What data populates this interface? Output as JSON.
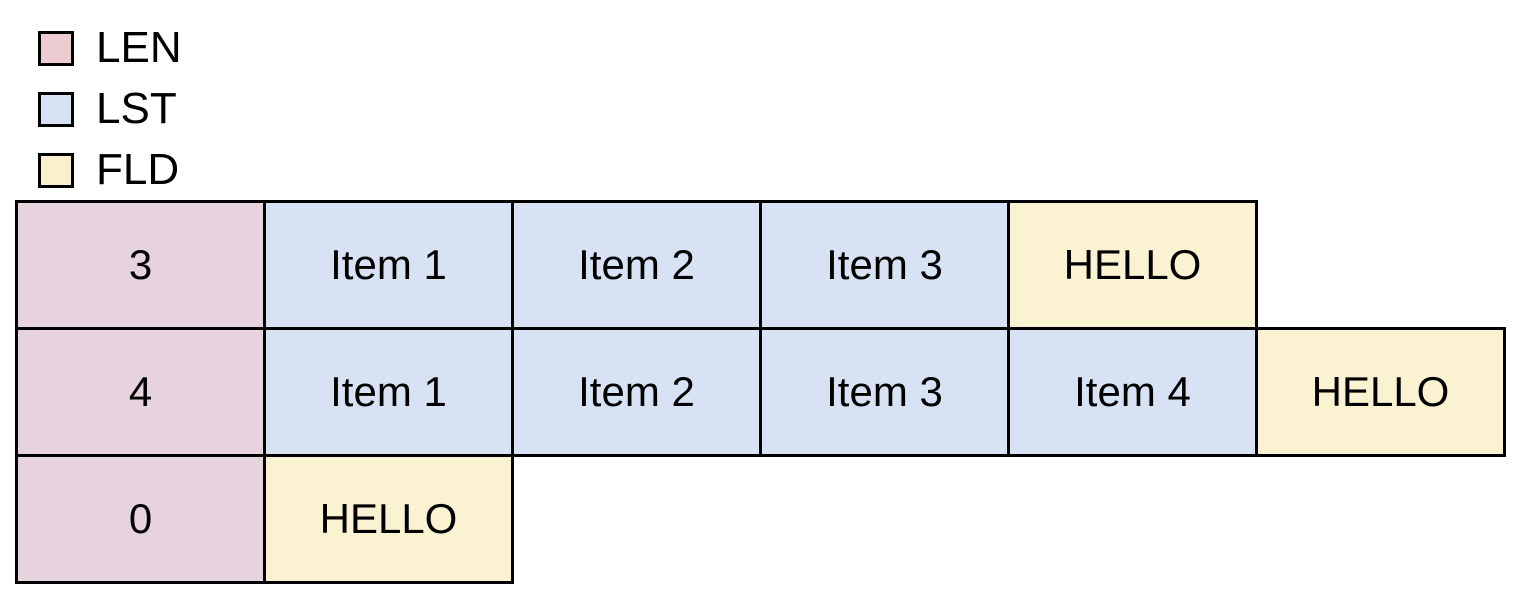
{
  "canvas": {
    "background": "#ffffff",
    "border_color": "#000000",
    "text_color": "#000000"
  },
  "legend": {
    "items": [
      {
        "id": "len",
        "label": "LEN",
        "color": "#ecccd0"
      },
      {
        "id": "lst",
        "label": "LST",
        "color": "#d6e2f3"
      },
      {
        "id": "fld",
        "label": "FLD",
        "color": "#fbf0cd"
      }
    ]
  },
  "table": {
    "cell_colors": {
      "len": "#e6d3de",
      "lst": "#d7e3f4",
      "fld": "#fbf2d1"
    },
    "rows": [
      {
        "len": "3",
        "items": [
          "Item 1",
          "Item 2",
          "Item 3"
        ],
        "fld": "HELLO"
      },
      {
        "len": "4",
        "items": [
          "Item 1",
          "Item 2",
          "Item 3",
          "Item 4"
        ],
        "fld": "HELLO"
      },
      {
        "len": "0",
        "items": [],
        "fld": "HELLO"
      }
    ]
  }
}
